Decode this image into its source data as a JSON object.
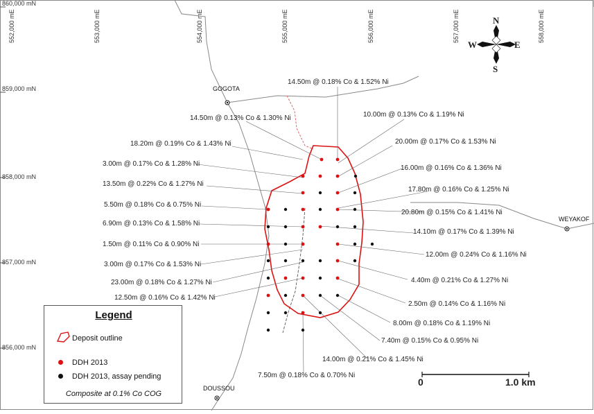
{
  "colors": {
    "deposit_outline": "#dd1111",
    "ddh_2013": "#dd1111",
    "assay_pending": "#111111",
    "road": "#888888",
    "red_track": "#e06666"
  },
  "northings": [
    "860,000 mN",
    "859,000 mN",
    "858,000 mN",
    "857,000 mN",
    "856,000 mN"
  ],
  "eastings": [
    "552,000 mE",
    "553,000 mE",
    "554,000 mE",
    "555,000 mE",
    "556,000 mE",
    "557,000 mE",
    "558,000 mE"
  ],
  "places": [
    "GOGOTA",
    "WEYAKOF",
    "DOUSSOU"
  ],
  "compass": {
    "n": "N",
    "s": "S",
    "e": "E",
    "w": "W"
  },
  "intercepts": [
    "14.50m @ 0.18% Co & 1.52% Ni",
    "14.50m @ 0.13% Co & 1.30% Ni",
    "10.00m @ 0.13% Co & 1.19% Ni",
    "18.20m @ 0.19% Co & 1.43% Ni",
    "20.00m @ 0.17% Co & 1.53% Ni",
    "3.00m @ 0.17% Co & 1.28% Ni",
    "16.00m @ 0.16% Co & 1.36% Ni",
    "13.50m @ 0.22% Co  & 1.27% Ni",
    "17.80m @ 0.16% Co & 1.25% Ni",
    "5.50m @ 0.18% Co & 0.75% Ni",
    "20.80m @ 0.15% Co & 1.41%  Ni",
    "6.90m @ 0.13% Co & 1.58% Ni",
    "14.10m @ 0.17% Co & 1.39% Ni",
    "1.50m @ 0.11% Co & 0.90% Ni",
    "12.00m @ 0.24% Co & 1.16% Ni",
    "3.00m @ 0.17% Co & 1.53% Ni",
    "4.40m @ 0.21% Co & 1.27% Ni",
    "23.00m @ 0.18% Co & 1.27% Ni",
    "12.50m @ 0.16% Co & 1.42% Ni",
    "2.50m @ 0.14% Co & 1.16% Ni",
    "8.00m @ 0.18% Co & 1.19% Ni",
    "7.40m @ 0.15% Co & 0.95% Ni",
    "14.00m @ 0.21% Co & 1.45% Ni",
    "7.50m @ 0.18% Co & 0.70% Ni"
  ],
  "scale_bar": {
    "start": "0",
    "end": "1.0 km"
  },
  "legend": {
    "title": "Legend",
    "deposit_outline": "Deposit outline",
    "ddh_2013": "DDH 2013",
    "assay_pending": "DDH 2013, assay pending",
    "note": "Composite at 0.1% Co COG"
  }
}
